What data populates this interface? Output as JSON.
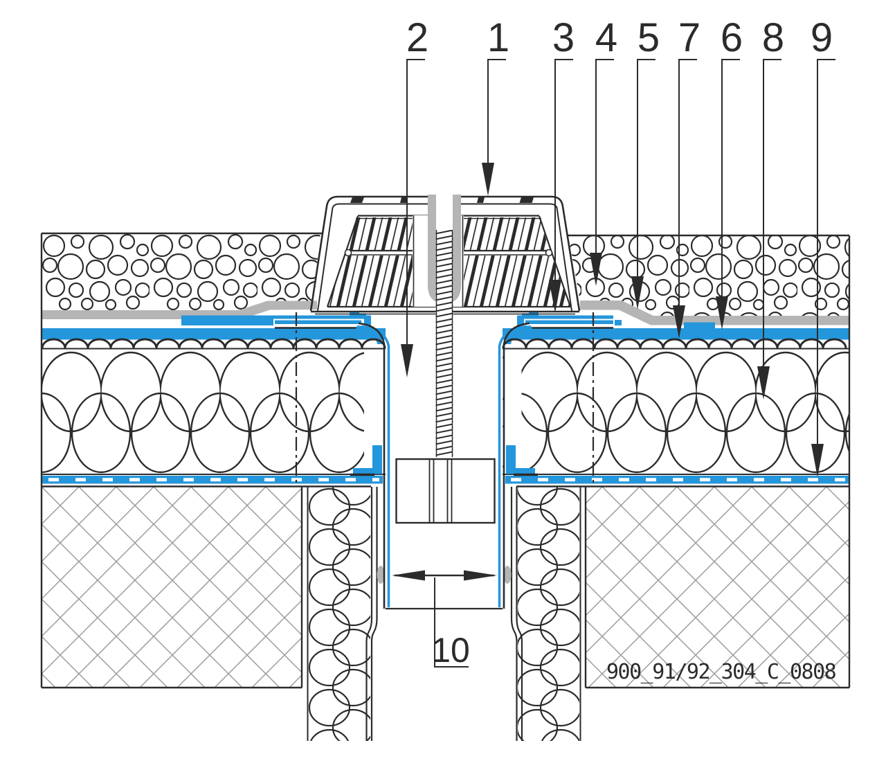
{
  "diagram": {
    "drawing_code": "900_91/92_304_C_0808",
    "top_labels": [
      "2",
      "1",
      "3",
      "4",
      "5",
      "7",
      "6",
      "8",
      "9"
    ],
    "bottom_label": "10",
    "colors": {
      "membrane_blue": "#2496DB",
      "protection_gray": "#B5B5B5",
      "line_dark": "#2B2B2B",
      "hatch_gray": "#9B9B9B"
    }
  }
}
